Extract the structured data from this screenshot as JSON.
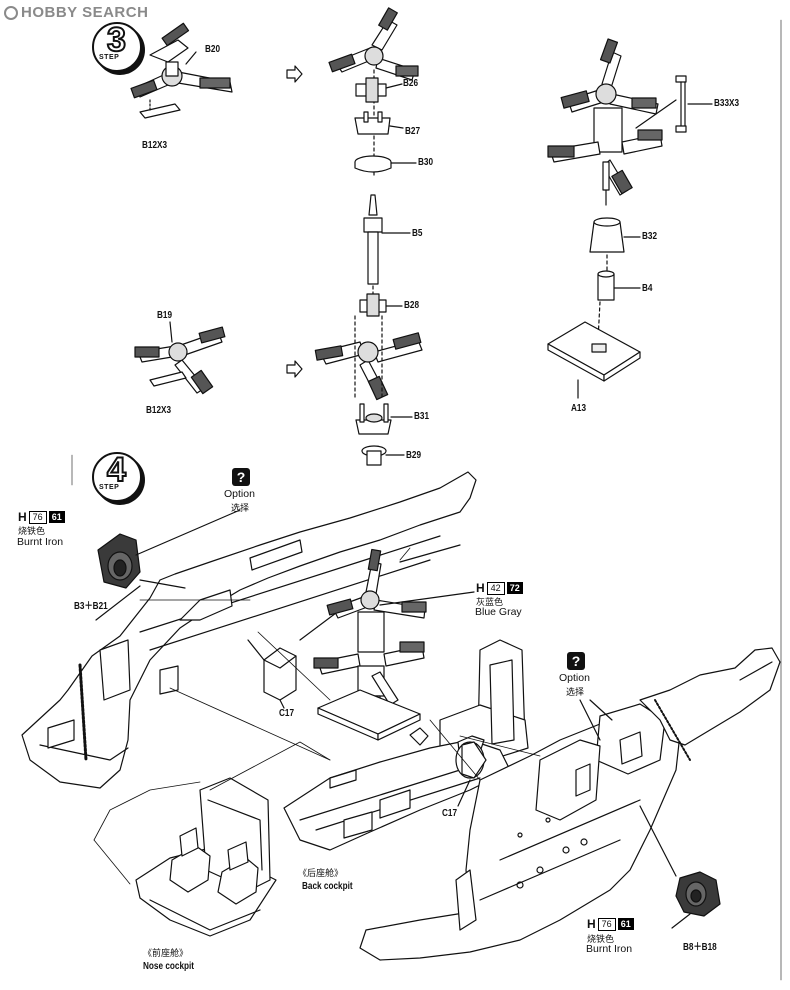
{
  "watermark": "HOBBY SEARCH",
  "steps": [
    {
      "number": "3",
      "word": "STEP"
    },
    {
      "number": "4",
      "word": "STEP"
    }
  ],
  "parts": {
    "b20": "B20",
    "b12x3_top": "B12X3",
    "b26": "B26",
    "b27": "B27",
    "b30": "B30",
    "b5": "B5",
    "b28": "B28",
    "b31": "B31",
    "b29": "B29",
    "b19": "B19",
    "b12x3_bottom": "B12X3",
    "b33x3": "B33X3",
    "b32": "B32",
    "b4": "B4",
    "a13": "A13",
    "b3_b21": "B3＋B21",
    "c17_left": "C17",
    "c17_right": "C17",
    "b8_b18": "B8＋B18"
  },
  "options": [
    {
      "icon": "?",
      "en": "Option",
      "cn": "选择"
    },
    {
      "icon": "?",
      "en": "Option",
      "cn": "选择"
    }
  ],
  "paints": [
    {
      "h": "H",
      "code1": "76",
      "code2": "61",
      "cn": "烧铁色",
      "en": "Burnt Iron"
    },
    {
      "h": "H",
      "code1": "42",
      "code2": "72",
      "cn": "灰蓝色",
      "en": "Blue Gray"
    },
    {
      "h": "H",
      "code1": "76",
      "code2": "61",
      "cn": "烧铁色",
      "en": "Burnt Iron"
    }
  ],
  "cockpits": {
    "back_cn": "《后座舱》",
    "back_en": "Back cockpit",
    "nose_cn": "《前座舱》",
    "nose_en": "Nose cockpit"
  }
}
